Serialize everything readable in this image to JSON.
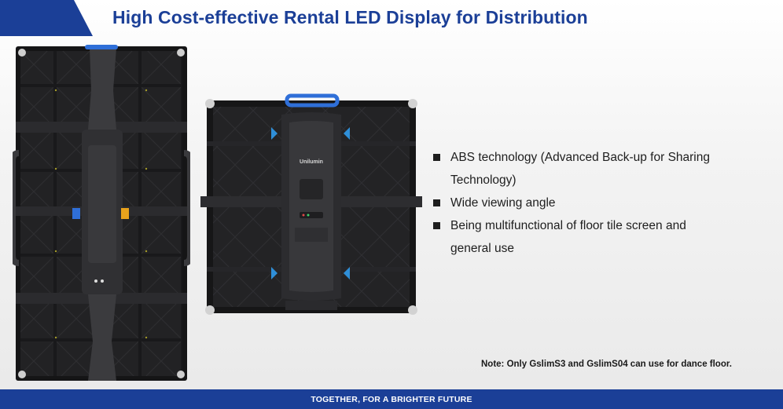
{
  "header": {
    "title": "High Cost-effective Rental LED Display for Distribution"
  },
  "product": {
    "brand_label": "Unilumin"
  },
  "features": [
    {
      "line1": "ABS technology (Advanced Back-up for Sharing",
      "line2": "Technology)"
    },
    {
      "line1": "Wide viewing angle"
    },
    {
      "line1": "Being multifunctional of floor tile screen and",
      "line2": "general use"
    }
  ],
  "note": "Note: Only GslimS3 and GslimS04 can use for dance floor.",
  "footer": {
    "slogan": "TOGETHER, FOR A BRIGHTER FUTURE"
  },
  "colors": {
    "brand_blue": "#1b3f97",
    "panel_dark": "#1c1c1e",
    "handle_blue": "#2f6fd8",
    "lock_orange": "#e8a21c"
  }
}
